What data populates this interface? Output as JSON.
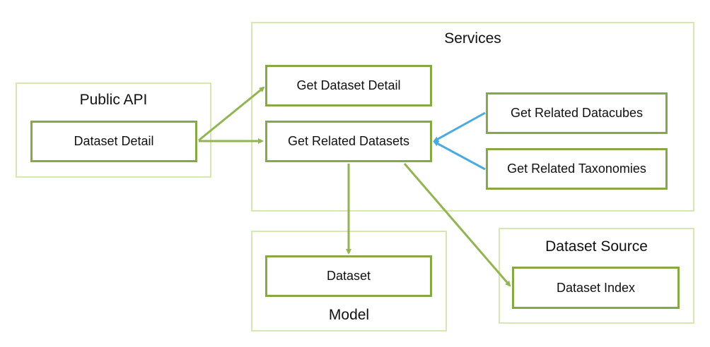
{
  "groups": {
    "public_api": {
      "title": "Public API"
    },
    "services": {
      "title": "Services"
    },
    "model": {
      "title": "Model"
    },
    "dataset_source": {
      "title": "Dataset Source"
    }
  },
  "nodes": {
    "dataset_detail": "Dataset Detail",
    "get_dataset_detail": "Get Dataset Detail",
    "get_related_datasets": "Get Related Datasets",
    "get_related_datacubes": "Get Related Datacubes",
    "get_related_taxonomies": "Get Related Taxonomies",
    "dataset": "Dataset",
    "dataset_index": "Dataset Index"
  },
  "colors": {
    "group_border": "#d4e8b0",
    "node_border": "#86a845",
    "edge_green": "#92b452",
    "edge_blue": "#4aabe0"
  }
}
